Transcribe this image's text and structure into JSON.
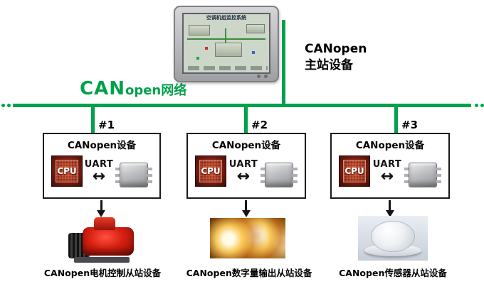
{
  "colors": {
    "network_green": "#00A14B",
    "box_border": "#1a1a1a"
  },
  "hmi": {
    "screen_title": "空调机组监控系统"
  },
  "master": {
    "line1": "CANopen",
    "line2": "主站设备"
  },
  "network": {
    "can": "CAN",
    "rest": "open网络"
  },
  "nodes": [
    {
      "tag": "#1",
      "device_label": "CANopen设备",
      "cpu": "CPU",
      "uart": "UART",
      "arrow": "↔",
      "caption": "CANopen电机控制从站设备"
    },
    {
      "tag": "#2",
      "device_label": "CANopen设备",
      "cpu": "CPU",
      "uart": "UART",
      "arrow": "↔",
      "caption": "CANopen数字量输出从站设备"
    },
    {
      "tag": "#3",
      "device_label": "CANopen设备",
      "cpu": "CPU",
      "uart": "UART",
      "arrow": "↔",
      "caption": "CANopen传感器从站设备"
    }
  ]
}
